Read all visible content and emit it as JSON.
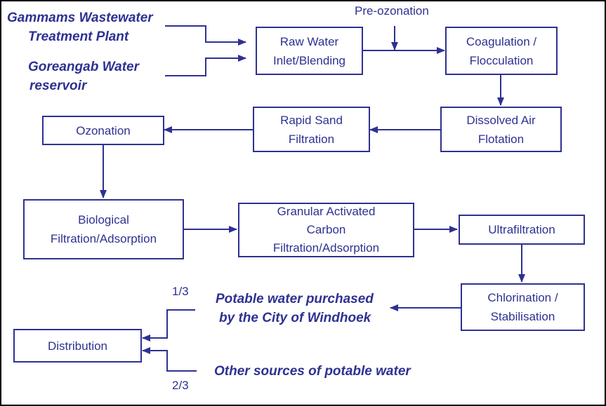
{
  "accent_color": "#2e3192",
  "sources": {
    "gammams": [
      "Gammams Wastewater",
      "Treatment Plant"
    ],
    "goreangab": [
      "Goreangab Water",
      "reservoir"
    ]
  },
  "pre_ozonation": "Pre-ozonation",
  "boxes": {
    "raw_water": [
      "Raw Water",
      "Inlet/Blending"
    ],
    "coagulation": [
      "Coagulation /",
      "Flocculation"
    ],
    "daf": [
      "Dissolved Air",
      "Flotation"
    ],
    "rapid_sand": [
      "Rapid Sand",
      "Filtration"
    ],
    "ozonation": [
      "Ozonation"
    ],
    "biological": [
      "Biological",
      "Filtration/Adsorption"
    ],
    "gac": [
      "Granular Activated",
      "Carbon",
      "Filtration/Adsorption"
    ],
    "ultrafiltration": [
      "Ultrafiltration"
    ],
    "chlorination": [
      "Chlorination /",
      "Stabilisation"
    ],
    "distribution": [
      "Distribution"
    ]
  },
  "outputs": {
    "potable_purchased": [
      "Potable water purchased",
      "by the City of Windhoek"
    ],
    "other_sources": [
      "Other sources of potable water"
    ]
  },
  "fractions": {
    "top": "1/3",
    "bottom": "2/3"
  }
}
